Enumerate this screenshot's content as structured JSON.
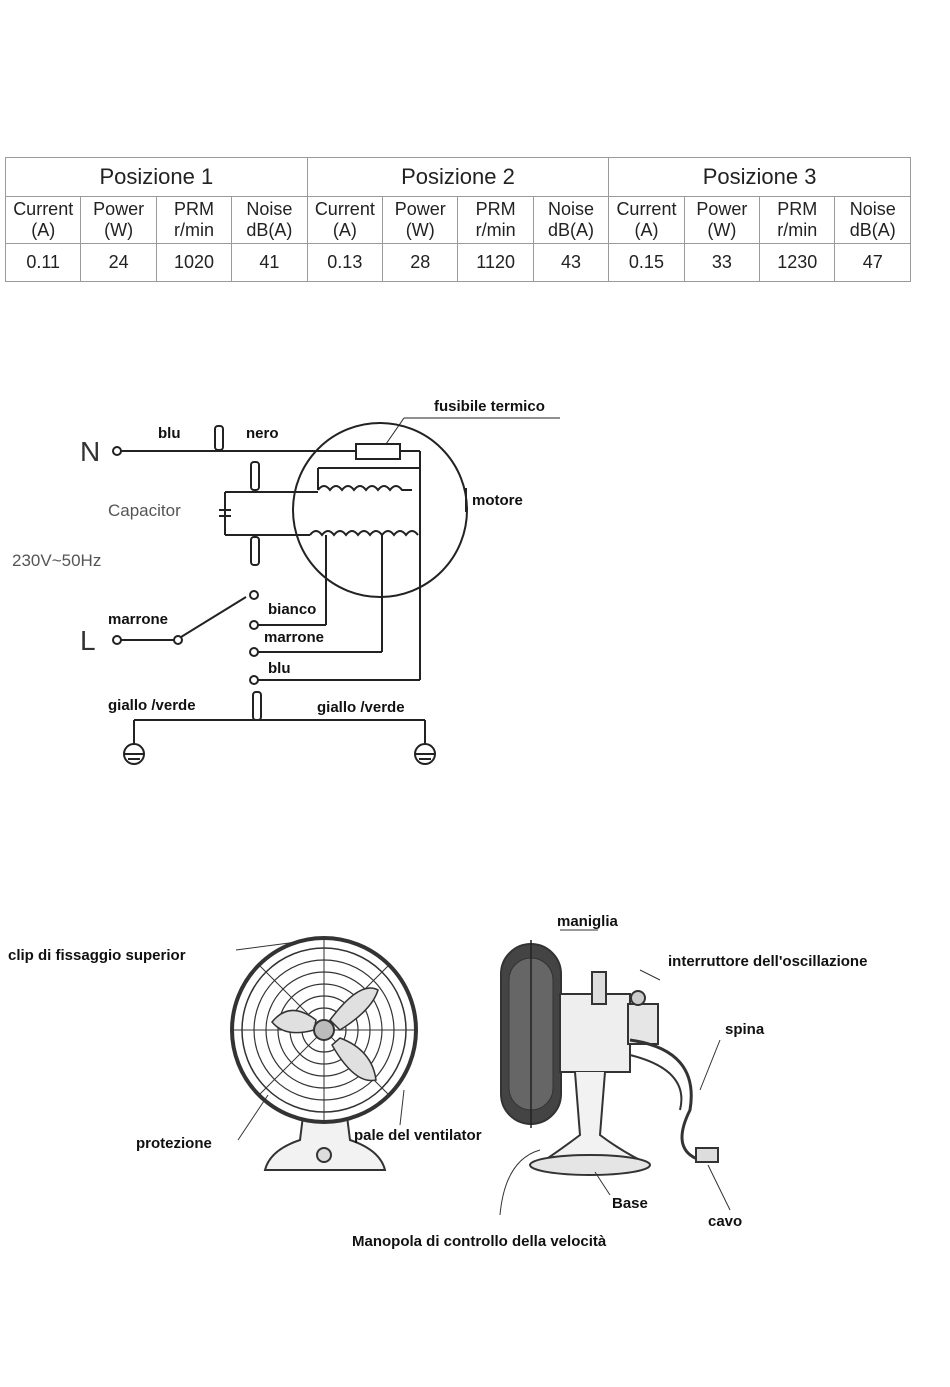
{
  "table": {
    "positions": [
      {
        "label": "Posizione 1",
        "current": "0.11",
        "power": "24",
        "rpm": "1020",
        "noise": "41"
      },
      {
        "label": "Posizione 2",
        "current": "0.13",
        "power": "28",
        "rpm": "1120",
        "noise": "43"
      },
      {
        "label": "Posizione 3",
        "current": "0.15",
        "power": "33",
        "rpm": "1230",
        "noise": "47"
      }
    ],
    "col_headers": {
      "current": [
        "Current",
        "(A)"
      ],
      "power": [
        "Power",
        "(W)"
      ],
      "rpm": [
        "PRM",
        "r/min"
      ],
      "noise": [
        "Noise",
        "dB(A)"
      ]
    }
  },
  "wiring": {
    "n_label": "N",
    "l_label": "L",
    "blu": "blu",
    "nero": "nero",
    "fuse": "fusibile termico",
    "motor": "motore",
    "capacitor": "Capacitor",
    "supply": "230V~50Hz",
    "marrone_in": "marrone",
    "bianco": "bianco",
    "marrone": "marrone",
    "blu_out": "blu",
    "earth_left": "giallo /verde",
    "earth_right": "giallo /verde"
  },
  "parts": {
    "clip": "clip di fissaggio superior",
    "guard": "protezione",
    "blades": "pale del ventilator",
    "handle": "maniglia",
    "osc_switch": "interruttore dell'oscillazione",
    "plug": "spina",
    "base": "Base",
    "cable": "cavo",
    "speed_knob": "Manopola di controllo della velocità"
  }
}
